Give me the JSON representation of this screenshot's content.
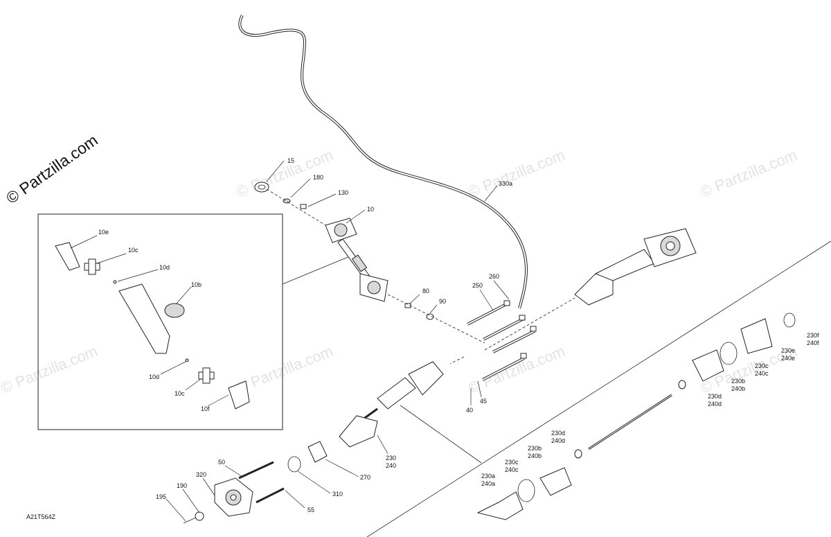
{
  "watermarks": {
    "main": "© Partzilla.com",
    "faint": "© Partzilla.com"
  },
  "diagram_code": "A21T564Z",
  "callouts": {
    "c15": "15",
    "c180": "180",
    "c130": "130",
    "c10": "10",
    "c330a": "330a",
    "c250": "250",
    "c260": "260",
    "c80": "80",
    "c90": "90",
    "c40": "40",
    "c45": "45",
    "c230": "230",
    "c240": "240",
    "c270": "270",
    "c310": "310",
    "c50": "50",
    "c55": "55",
    "c320": "320",
    "c190": "190",
    "c195": "195",
    "c10e": "10e",
    "c10c_top": "10c",
    "c10d_top": "10d",
    "c10b": "10b",
    "c10d_bot": "10d",
    "c10c_bot": "10c",
    "c10f": "10f",
    "r230f": "230f",
    "r240f": "240f",
    "r230e": "230e",
    "r240e": "240e",
    "r230c": "230c",
    "r240c": "240c",
    "r230b": "230b",
    "r240b": "240b",
    "r230d": "230d",
    "r240d": "240d",
    "l230d": "230d",
    "l240d": "240d",
    "l230b": "230b",
    "l240b": "240b",
    "l230c": "230c",
    "l240c": "240c",
    "l230a": "230a",
    "l240a": "240a"
  },
  "colors": {
    "line": "#222222",
    "watermark": "#e3e3e3",
    "shade": "#d9d9d9"
  }
}
